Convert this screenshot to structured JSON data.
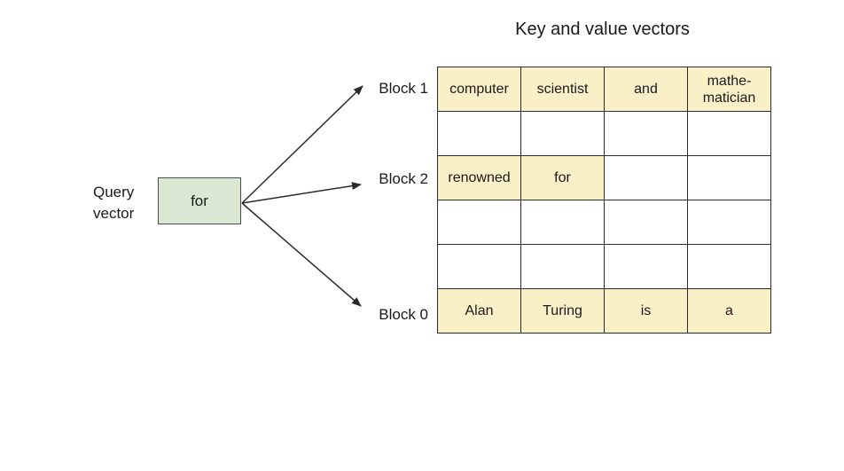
{
  "title": "Key and value vectors",
  "query": {
    "label": "Query\nvector",
    "box_text": "for"
  },
  "blocks": [
    {
      "label": "Block 1"
    },
    {
      "label": "Block 2"
    },
    {
      "label": "Block 0"
    }
  ],
  "table": {
    "rows": [
      {
        "cells": [
          {
            "text": "computer",
            "hl": true
          },
          {
            "text": "scientist",
            "hl": true
          },
          {
            "text": "and",
            "hl": true
          },
          {
            "text": "mathe-\nmatician",
            "hl": true
          }
        ]
      },
      {
        "cells": [
          {
            "text": "",
            "hl": false
          },
          {
            "text": "",
            "hl": false
          },
          {
            "text": "",
            "hl": false
          },
          {
            "text": "",
            "hl": false
          }
        ]
      },
      {
        "cells": [
          {
            "text": "renowned",
            "hl": true
          },
          {
            "text": "for",
            "hl": true
          },
          {
            "text": "",
            "hl": false
          },
          {
            "text": "",
            "hl": false
          }
        ]
      },
      {
        "cells": [
          {
            "text": "",
            "hl": false
          },
          {
            "text": "",
            "hl": false
          },
          {
            "text": "",
            "hl": false
          },
          {
            "text": "",
            "hl": false
          }
        ]
      },
      {
        "cells": [
          {
            "text": "",
            "hl": false
          },
          {
            "text": "",
            "hl": false
          },
          {
            "text": "",
            "hl": false
          },
          {
            "text": "",
            "hl": false
          }
        ]
      },
      {
        "cells": [
          {
            "text": "Alan",
            "hl": true
          },
          {
            "text": "Turing",
            "hl": true
          },
          {
            "text": "is",
            "hl": true
          },
          {
            "text": "a",
            "hl": true
          }
        ]
      }
    ]
  },
  "colors": {
    "highlight": "#faf0c8",
    "query_box": "#d9e7d3",
    "line": "#2b2b2b"
  }
}
